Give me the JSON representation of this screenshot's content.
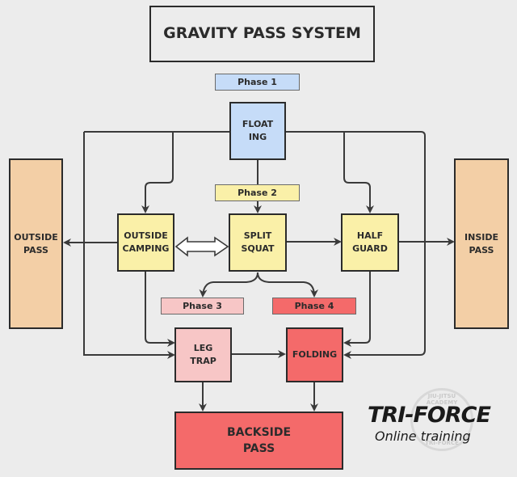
{
  "title": "GRAVITY PASS SYSTEM",
  "colors": {
    "background": "#ececec",
    "phase1": "#c6dcf8",
    "phase2": "#faf0a8",
    "phase3": "#f7c6c6",
    "phase4": "#f46a6a",
    "pass_side": "#f3cfa6",
    "line": "#3a3a3a"
  },
  "phases": {
    "phase1": "Phase 1",
    "phase2": "Phase 2",
    "phase3": "Phase 3",
    "phase4": "Phase 4"
  },
  "nodes": {
    "floating": "FLOAT\nING",
    "outside_camping": "OUTSIDE\nCAMPING",
    "split_squat": "SPLIT\nSQUAT",
    "half_guard": "HALF\nGUARD",
    "outside_pass": "OUTSIDE\nPASS",
    "inside_pass": "INSIDE\nPASS",
    "leg_trap": "LEG\nTRAP",
    "folding": "FOLDING",
    "backside_pass": "BACKSIDE\nPASS"
  },
  "edges": [
    {
      "from": "floating",
      "to": "outside_camping"
    },
    {
      "from": "floating",
      "to": "split_squat"
    },
    {
      "from": "floating",
      "to": "half_guard"
    },
    {
      "from": "floating",
      "to": "leg_trap"
    },
    {
      "from": "floating",
      "to": "folding"
    },
    {
      "from": "outside_camping",
      "to": "outside_pass"
    },
    {
      "from": "outside_camping",
      "to": "split_squat",
      "bidirectional": true
    },
    {
      "from": "split_squat",
      "to": "half_guard"
    },
    {
      "from": "split_squat",
      "to": "phase3"
    },
    {
      "from": "split_squat",
      "to": "phase4"
    },
    {
      "from": "half_guard",
      "to": "inside_pass"
    },
    {
      "from": "outside_camping",
      "to": "leg_trap"
    },
    {
      "from": "half_guard",
      "to": "folding"
    },
    {
      "from": "leg_trap",
      "to": "folding"
    },
    {
      "from": "leg_trap",
      "to": "backside_pass"
    },
    {
      "from": "folding",
      "to": "backside_pass"
    }
  ],
  "logo": {
    "brand": "TRI-FORCE",
    "tagline": "Online training",
    "seal_top": "JIU-JITSU ACADEMY",
    "seal_bottom": "TRI-FORCE"
  }
}
